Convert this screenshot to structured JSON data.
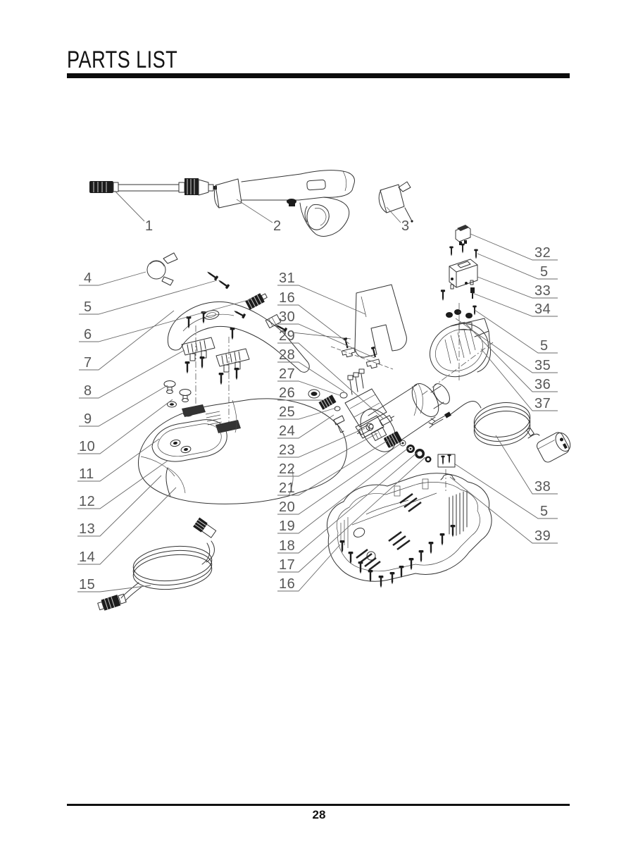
{
  "page": {
    "title": "PARTS LIST",
    "page_number": "28"
  },
  "callouts": {
    "top": [
      "1",
      "2",
      "3"
    ],
    "left": [
      "4",
      "5",
      "6",
      "7",
      "8",
      "9",
      "10",
      "11",
      "12",
      "13",
      "14",
      "15"
    ],
    "middle": [
      "31",
      "16",
      "30",
      "29",
      "28",
      "27",
      "26",
      "25",
      "24",
      "23",
      "22",
      "21",
      "20",
      "19",
      "18",
      "17",
      "16"
    ],
    "right": [
      "32",
      "5",
      "33",
      "34",
      "5",
      "35",
      "36",
      "37",
      "38",
      "5",
      "39"
    ]
  }
}
